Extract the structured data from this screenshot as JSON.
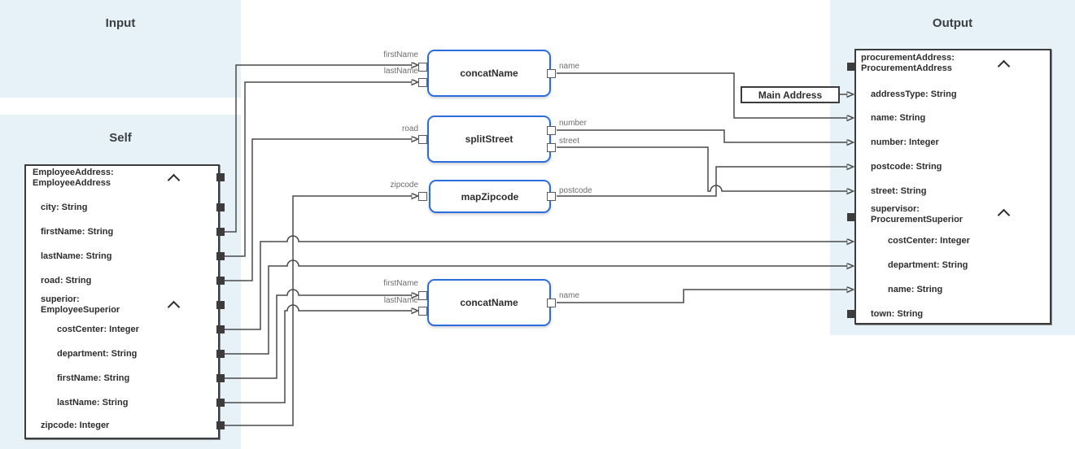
{
  "panels": {
    "input": {
      "title": "Input"
    },
    "self": {
      "title": "Self"
    },
    "output": {
      "title": "Output"
    }
  },
  "source_box": {
    "title_line1": "EmployeeAddress:",
    "title_line2": "EmployeeAddress",
    "fields": [
      "city: String",
      "firstName: String",
      "lastName: String",
      "road: String"
    ],
    "group": {
      "title_line1": "superior:",
      "title_line2": "EmployeeSuperior",
      "fields": [
        "costCenter: Integer",
        "department: String",
        "firstName: String",
        "lastName: String"
      ]
    },
    "tail_field": "zipcode: Integer"
  },
  "transforms": [
    {
      "name": "concatName",
      "inputs": [
        "firstName",
        "lastName"
      ],
      "outputs": [
        "name"
      ]
    },
    {
      "name": "splitStreet",
      "inputs": [
        "road"
      ],
      "outputs": [
        "number",
        "street"
      ]
    },
    {
      "name": "mapZipcode",
      "inputs": [
        "zipcode"
      ],
      "outputs": [
        "postcode"
      ]
    },
    {
      "name": "concatName",
      "inputs": [
        "firstName",
        "lastName"
      ],
      "outputs": [
        "name"
      ]
    }
  ],
  "constant": {
    "label": "Main Address"
  },
  "target_box": {
    "title_line1": "procurementAddress:",
    "title_line2": "ProcurementAddress",
    "fields": [
      "addressType: String",
      "name: String",
      "number: Integer",
      "postcode: String",
      "street: String"
    ],
    "group": {
      "title_line1": "supervisor:",
      "title_line2": "ProcurementSuperior",
      "fields": [
        "costCenter: Integer",
        "department: String",
        "name: String"
      ]
    },
    "tail_field": "town: String"
  },
  "colors": {
    "panel_bg": "#e7f1f8",
    "transform_border": "#2b6de0",
    "connector": "#4a4a4a",
    "box_border": "#3c3c3c",
    "port_fill": "#3c3c3c"
  }
}
